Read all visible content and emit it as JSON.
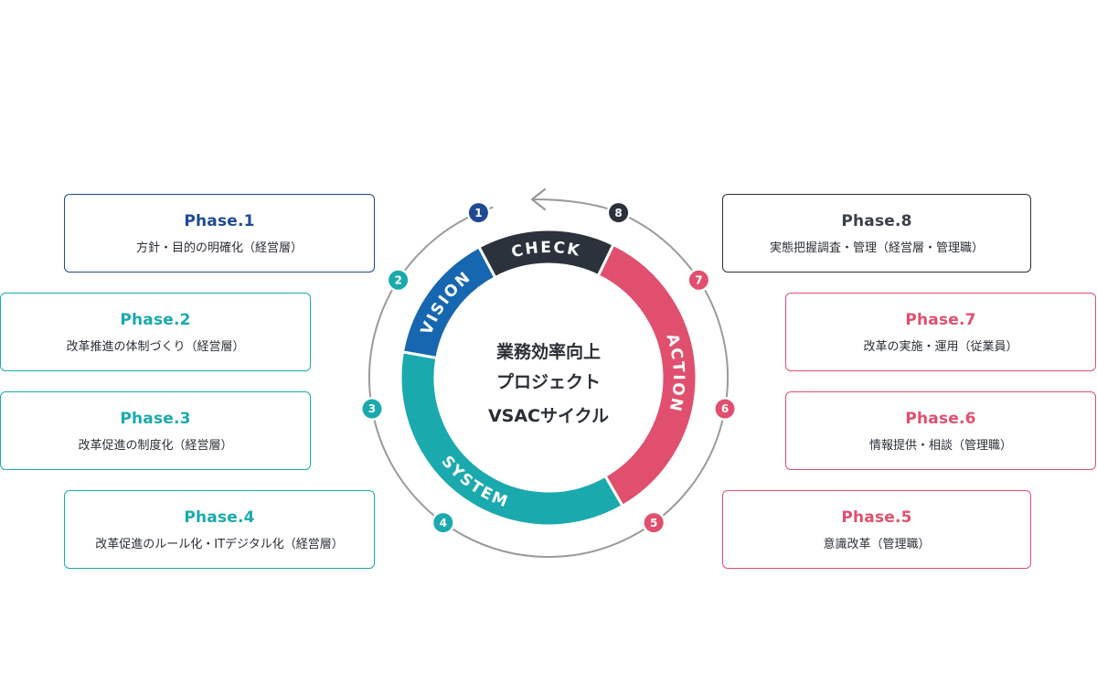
{
  "colors": {
    "vision": "#1667b0",
    "check": "#2b323b",
    "action": "#e0506e",
    "system": "#1aaaae",
    "orbit": "#9a9a9a",
    "badge_blue": "#1f4a93",
    "badge_teal": "#1aaaae",
    "badge_pink": "#e0506e",
    "badge_dark": "#2b323b"
  },
  "cycle": {
    "center_lines": [
      "業務効率向上",
      "プロジェクト",
      "VSACサイクル"
    ],
    "segments": [
      {
        "label": "VISION"
      },
      {
        "label": "CHECK"
      },
      {
        "label": "ACTION"
      },
      {
        "label": "SYSTEM"
      }
    ],
    "badges": [
      "1",
      "2",
      "3",
      "4",
      "5",
      "6",
      "7",
      "8"
    ]
  },
  "phases": {
    "p1": {
      "title": "Phase.1",
      "desc": "方針・目的の明確化（経営層）"
    },
    "p2": {
      "title": "Phase.2",
      "desc": "改革推進の体制づくり（経営層）"
    },
    "p3": {
      "title": "Phase.3",
      "desc": "改革促進の制度化（経営層）"
    },
    "p4": {
      "title": "Phase.4",
      "desc": "改革促進のルール化・ITデジタル化（経営層）"
    },
    "p5": {
      "title": "Phase.5",
      "desc": "意識改革（管理職）"
    },
    "p6": {
      "title": "Phase.6",
      "desc": "情報提供・相談（管理職）"
    },
    "p7": {
      "title": "Phase.7",
      "desc": "改革の実施・運用（従業員）"
    },
    "p8": {
      "title": "Phase.8",
      "desc": "実態把握調査・管理（経営層・管理職）"
    }
  }
}
